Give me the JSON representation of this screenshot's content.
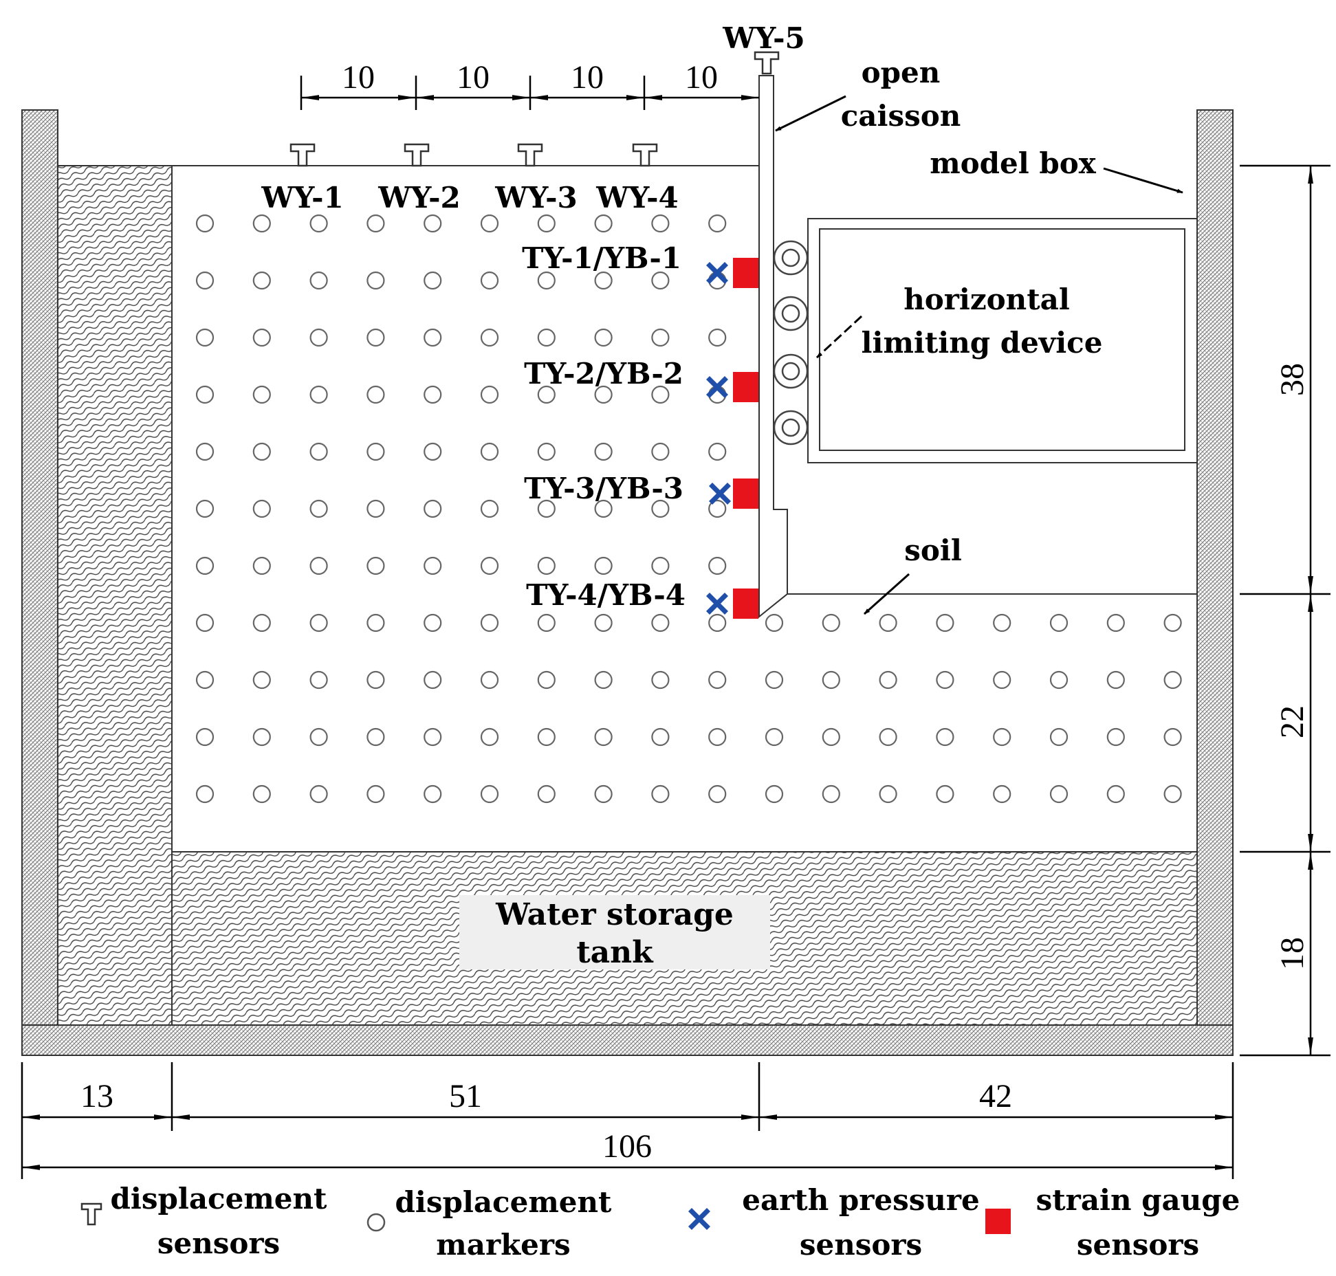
{
  "dimensions": {
    "top_spacings": [
      "10",
      "10",
      "10",
      "10"
    ],
    "bottom_widths": [
      "13",
      "51",
      "42"
    ],
    "total_width": "106",
    "right_heights": [
      "38",
      "22",
      "18"
    ]
  },
  "labels": {
    "caisson_sensor": "WY-5",
    "surface_sensors": [
      "WY-1",
      "WY-2",
      "WY-3",
      "WY-4"
    ],
    "pressure_strain": [
      "TY-1/YB-1",
      "TY-2/YB-2",
      "TY-3/YB-3",
      "TY-4/YB-4"
    ],
    "open_caisson": [
      "open",
      "caisson"
    ],
    "model_box": "model box",
    "horizontal_limiting_device": [
      "horizontal",
      "limiting device"
    ],
    "soil": "soil",
    "water_storage_tank": [
      "Water storage",
      "tank"
    ]
  },
  "legend": [
    {
      "symbol": "displacement-sensor-icon",
      "lines": [
        "displacement",
        "sensors"
      ]
    },
    {
      "symbol": "displacement-marker-icon",
      "lines": [
        "displacement",
        "markers"
      ]
    },
    {
      "symbol": "earth-pressure-sensor-icon",
      "lines": [
        "earth pressure",
        "sensors"
      ]
    },
    {
      "symbol": "strain-gauge-sensor-icon",
      "lines": [
        "strain gauge",
        "sensors"
      ]
    }
  ],
  "colors": {
    "earth_pressure_sensor": "#1f4fa8",
    "strain_gauge_sensor": "#e8141b",
    "lines": "#333333"
  },
  "marker_grid": {
    "upper_rows": 7,
    "upper_columns": 10,
    "lower_rows": 4,
    "lower_columns": 18
  }
}
